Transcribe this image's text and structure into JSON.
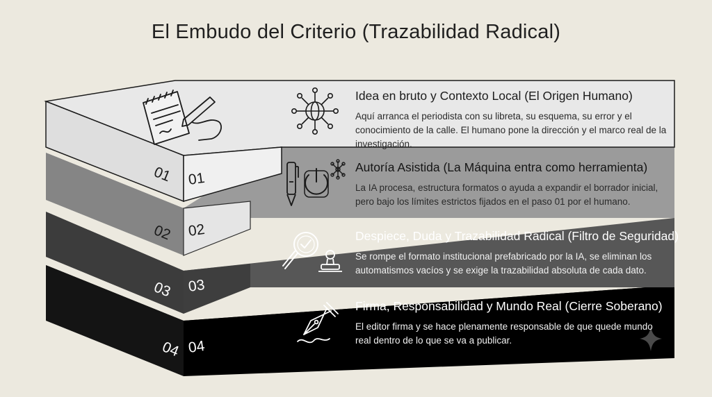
{
  "title": "El Embudo del Criterio (Trazabilidad Radical)",
  "layers": [
    {
      "number": "01",
      "heading": "Idea en bruto y Contexto Local (El Origen Humano)",
      "description": "Aquí arranca el periodista con su libreta, su esquema, su error y el conocimiento de la calle. El humano pone la dirección y el marco real de la investigación.",
      "icons": [
        "notepad-writing-icon",
        "network-globe-icon"
      ],
      "fill_color": "#e8e8e8"
    },
    {
      "number": "02",
      "heading": "Autoría Asistida (La Máquina entra como herramienta)",
      "description": "La IA procesa, estructura formatos o ayuda a expandir el borrador inicial, pero bajo los límites estrictos fijados en el paso 01 por el humano.",
      "icons": [
        "pen-icon",
        "power-icon",
        "node-network-icon"
      ],
      "fill_color": "#9c9c9c"
    },
    {
      "number": "03",
      "heading": "Despiece, Duda y Trazabilidad Radical (Filtro de Seguridad)",
      "description": "Se rompe el formato institucional prefabricado por la IA, se eliminan los automatismos vacíos y se exige la trazabilidad absoluta de cada dato.",
      "icons": [
        "magnifier-check-icon",
        "stamp-icon"
      ],
      "fill_color": "#555555"
    },
    {
      "number": "04",
      "heading": "Firma, Responsabilidad y Mundo Real (Cierre Soberano)",
      "description": "El editor firma y se hace plenamente responsable de que quede mundo real dentro de lo que se va a publicar.",
      "icons": [
        "fountain-pen-nib-icon",
        "sparkle-icon"
      ],
      "fill_color": "#050505"
    }
  ]
}
